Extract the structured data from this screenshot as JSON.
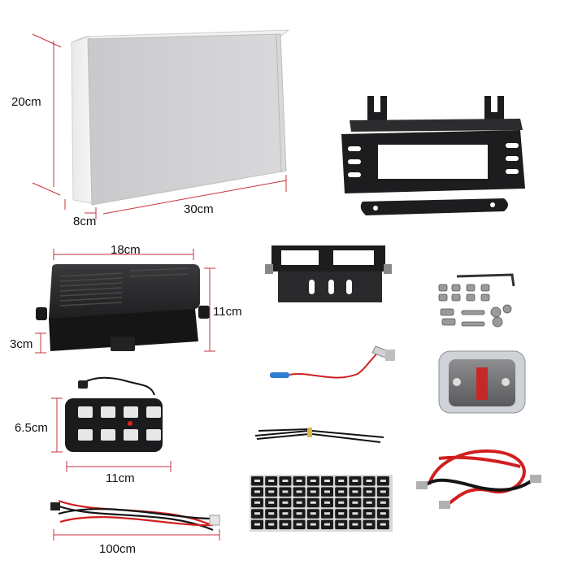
{
  "dimensions": {
    "box_height": "20cm",
    "box_depth": "8cm",
    "box_width": "30cm",
    "controller_width": "18cm",
    "controller_depth": "11cm",
    "controller_height": "3cm",
    "panel_height": "6.5cm",
    "panel_width": "11cm",
    "harness_length": "100cm"
  },
  "colors": {
    "dimension_line": "#c8323c",
    "box_face": "#d2d2d4",
    "metal": "#1d1d1f",
    "wire_red": "#d11f1f",
    "wire_black": "#151515"
  }
}
